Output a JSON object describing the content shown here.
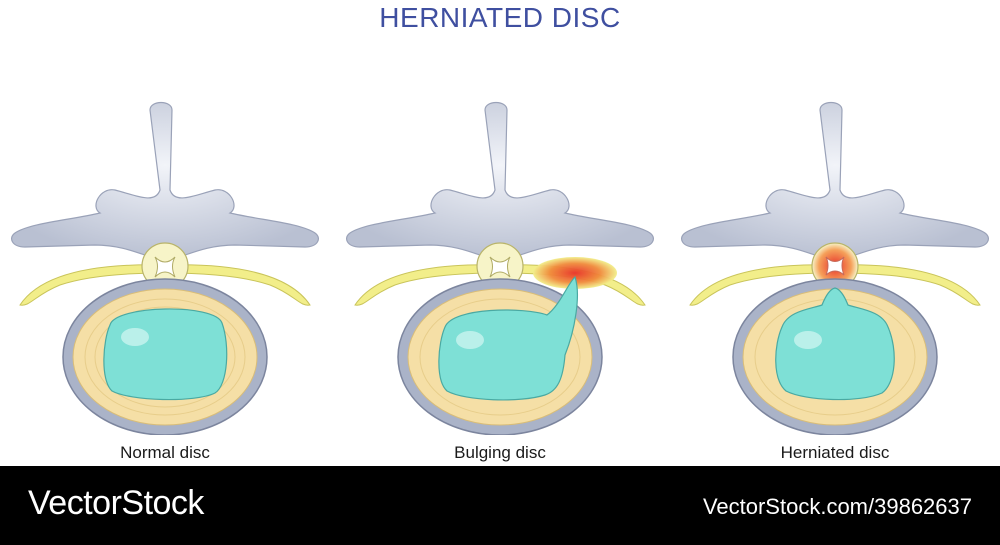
{
  "title": "HERNIATED DISC",
  "panels": [
    {
      "label": "Normal disc",
      "state": "normal"
    },
    {
      "label": "Bulging disc",
      "state": "bulging"
    },
    {
      "label": "Herniated disc",
      "state": "herniated"
    }
  ],
  "colors": {
    "title": "#3f4fa0",
    "bone": "#d8dde8",
    "nerve": "#f2ee8a",
    "annulus": "#f5dfa6",
    "nucleus": "#7ee0d6",
    "inflammation": "#e8322a"
  },
  "footer": {
    "brand": "VectorStock",
    "credit": "VectorStock.com/39862637"
  }
}
